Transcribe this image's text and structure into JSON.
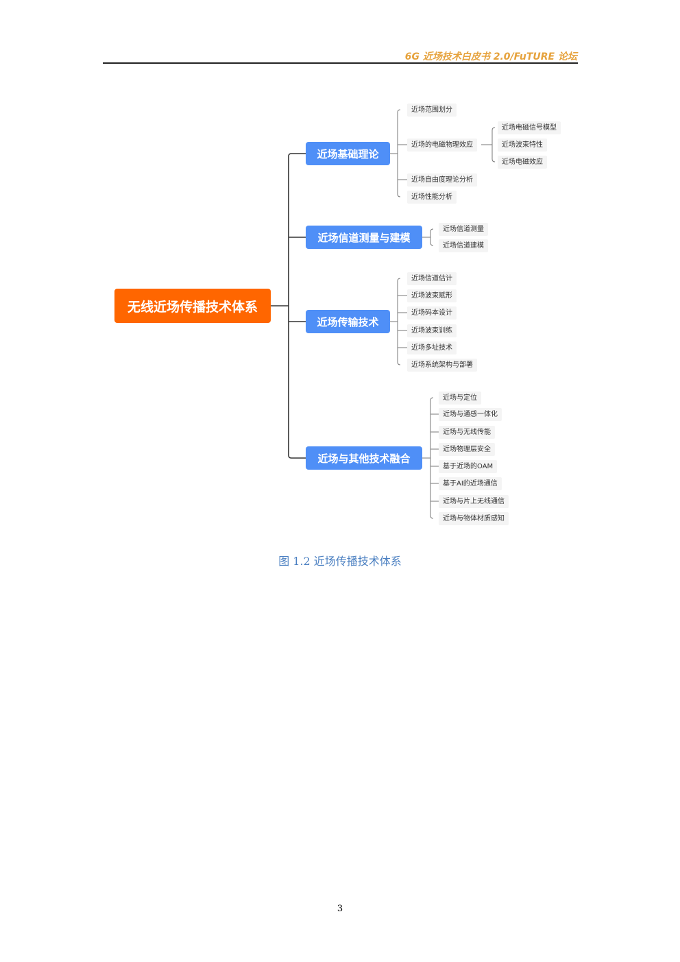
{
  "header": {
    "title": "6G 近场技术白皮书 2.0/FuTURE 论坛"
  },
  "diagram": {
    "root": "无线近场传播技术体系",
    "branches": [
      {
        "label": "近场基础理论",
        "children": [
          {
            "label": "近场范围划分"
          },
          {
            "label": "近场的电磁物理效应",
            "children": [
              "近场电磁信号模型",
              "近场波束特性",
              "近场电磁效应"
            ]
          },
          {
            "label": "近场自由度理论分析"
          },
          {
            "label": "近场性能分析"
          }
        ]
      },
      {
        "label": "近场信道测量与建模",
        "children": [
          {
            "label": "近场信道测量"
          },
          {
            "label": "近场信道建模"
          }
        ]
      },
      {
        "label": "近场传输技术",
        "children": [
          {
            "label": "近场信道估计"
          },
          {
            "label": "近场波束赋形"
          },
          {
            "label": "近场码本设计"
          },
          {
            "label": "近场波束训练"
          },
          {
            "label": "近场多址技术"
          },
          {
            "label": "近场系统架构与部署"
          }
        ]
      },
      {
        "label": "近场与其他技术融合",
        "children": [
          {
            "label": "近场与定位"
          },
          {
            "label": "近场与通感一体化"
          },
          {
            "label": "近场与无线传能"
          },
          {
            "label": "近场物理层安全"
          },
          {
            "label": "基于近场的OAM"
          },
          {
            "label": "基于AI的近场通信"
          },
          {
            "label": "近场与片上无线通信"
          },
          {
            "label": "近场与物体材质感知"
          }
        ]
      }
    ]
  },
  "caption": "图 1.2  近场传播技术体系",
  "page_number": "3"
}
